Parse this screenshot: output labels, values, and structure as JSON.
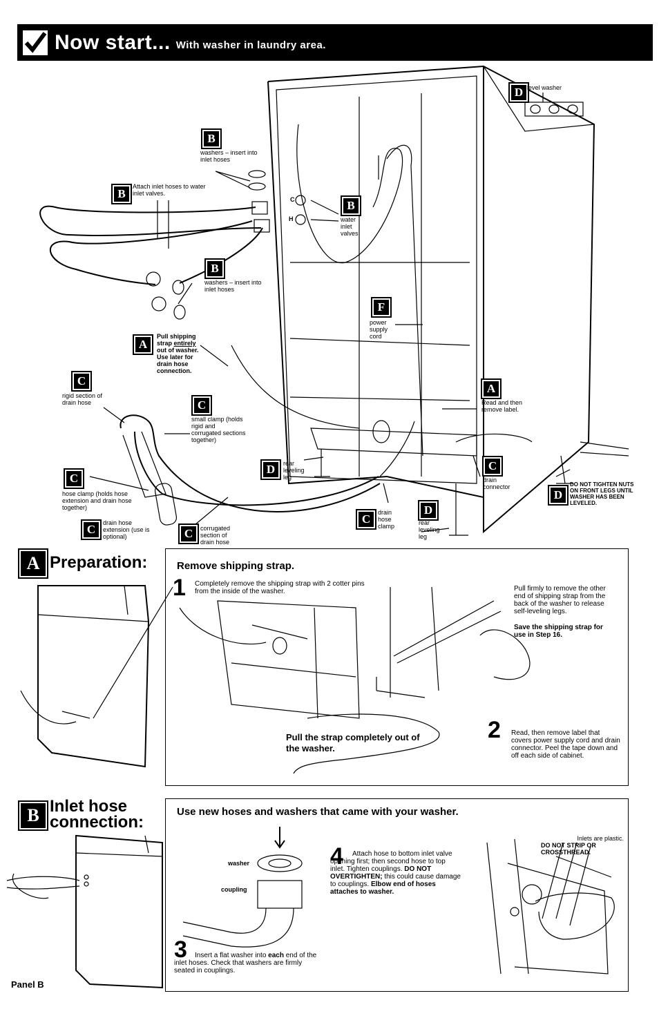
{
  "banner": {
    "title": "Now start...",
    "subtitle": "With washer in laundry area."
  },
  "diagram": {
    "badge_A": "A",
    "badge_B": "B",
    "badge_C": "C",
    "badge_D": "D",
    "badge_F": "F",
    "level_washer": "level washer",
    "washers_insert_top": "washers – insert into inlet hoses",
    "attach_inlet": "Attach inlet hoses to water inlet valves.",
    "washers_insert_mid": "washers – insert into inlet hoses",
    "water_inlet": "water inlet valves",
    "valve_c": "C",
    "valve_h": "H",
    "power_cord": "power supply cord",
    "pull_strap_1": "Pull shipping strap ",
    "pull_strap_u": "entirely",
    "pull_strap_2": " out of washer. Use later for drain hose connection.",
    "rigid_section": "rigid section of drain hose",
    "small_clamp": "small clamp (holds rigid and corrugated sections together)",
    "read_remove": "Read and then remove label.",
    "rear_leg": "rear leveling leg",
    "hose_clamp": "hose clamp (holds hose extension and drain hose together)",
    "drain_connector": "drain connector",
    "do_not_tighten": "DO NOT TIGHTEN NUTS ON FRONT LEGS UNTIL WASHER HAS BEEN LEVELED.",
    "drain_ext": "drain hose extension (use is optional)",
    "corrugated": "corrugated section of drain hose",
    "drain_clamp": "drain hose clamp",
    "rear_leg2": "rear leveling leg"
  },
  "prep": {
    "badge": "A",
    "title": "Preparation:",
    "heading": "Remove shipping strap.",
    "step1_num": "1",
    "step1_text": "Completely remove the shipping strap with 2 cotter pins from the inside of the washer.",
    "pull_firmly": "Pull firmly to remove the other end of shipping strap from the back of the washer to release self-leveling legs.",
    "save_strap": "Save the shipping strap for use in Step 16.",
    "pull_completely": "Pull the strap completely out of the washer.",
    "step2_num": "2",
    "step2_text": "Read, then remove label that covers power supply cord and drain connector. Peel the tape down and off each side of cabinet."
  },
  "inlet": {
    "badge": "B",
    "title_1": "Inlet hose",
    "title_2": "connection:",
    "heading": "Use new hoses and washers that came with your washer.",
    "washer_lbl": "washer",
    "coupling_lbl": "coupling",
    "step3_num": "3",
    "step3_a": "Insert a flat washer into ",
    "step3_b": "each",
    "step3_c": " end of the inlet hoses. Check that washers are firmly seated in couplings.",
    "step4_num": "4",
    "step4_a": "Attach hose to bottom inlet valve opening first; then second hose to top inlet. Tighten couplings. ",
    "step4_b": "DO NOT OVERTIGHTEN;",
    "step4_c": " this could cause damage to couplings. ",
    "step4_d": "Elbow end of hoses attaches to washer.",
    "inlets_plastic": "Inlets are plastic.",
    "no_strip": "DO NOT STRIP OR CROSSTHREAD."
  },
  "footer": {
    "panel": "Panel B"
  }
}
